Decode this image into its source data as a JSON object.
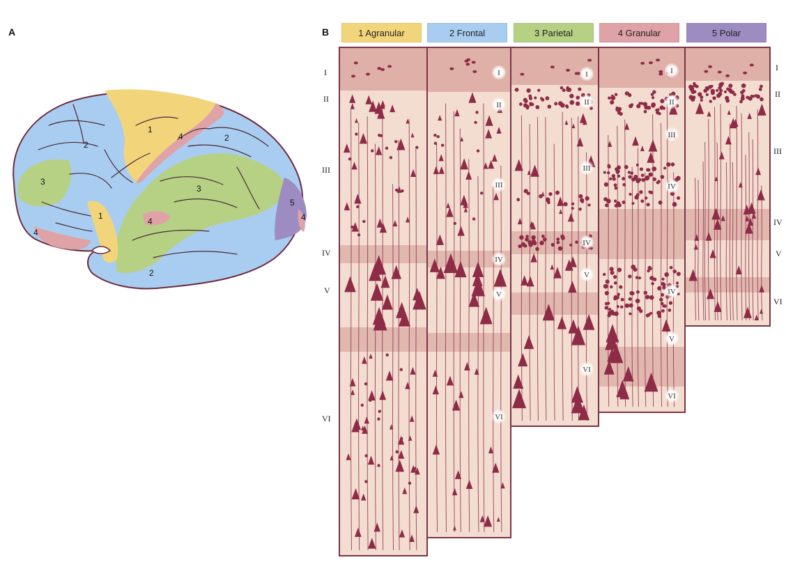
{
  "panels": {
    "a_label": "A",
    "b_label": "B"
  },
  "colors": {
    "agranular": "#f2d57a",
    "frontal": "#a9cdf0",
    "parietal": "#b6d184",
    "granular": "#dea2a7",
    "polar": "#9c8cc2",
    "tissue": "#f3ddd0",
    "tissue_dark": "#d9a8a0",
    "cell": "#8e2b47",
    "outline": "#7a3345"
  },
  "columns": [
    {
      "key": "agranular",
      "header": "1 Agranular"
    },
    {
      "key": "frontal",
      "header": "2 Frontal"
    },
    {
      "key": "parietal",
      "header": "3 Parietal"
    },
    {
      "key": "granular",
      "header": "4 Granular"
    },
    {
      "key": "polar",
      "header": "5 Polar"
    }
  ],
  "left_layers": [
    "I",
    "II",
    "III",
    "IV",
    "V",
    "VI"
  ],
  "right_layers": [
    "I",
    "II",
    "III",
    "IV",
    "V",
    "VI"
  ],
  "col_labels": {
    "frontal": [
      "I",
      "II",
      "III",
      "IV",
      "V",
      "VI"
    ],
    "parietal": [
      "I",
      "II",
      "III",
      "IV",
      "V",
      "VI"
    ],
    "granular": [
      "I",
      "II",
      "III",
      "IV",
      "IV",
      "V",
      "VI"
    ]
  },
  "brain_regions": {
    "r1a": "1",
    "r1b": "1",
    "r2a": "2",
    "r2b": "2",
    "r2c": "2",
    "r3a": "3",
    "r3b": "3",
    "r4a": "4",
    "r4b": "4",
    "r4c": "4",
    "r4d": "4",
    "r5": "5"
  }
}
